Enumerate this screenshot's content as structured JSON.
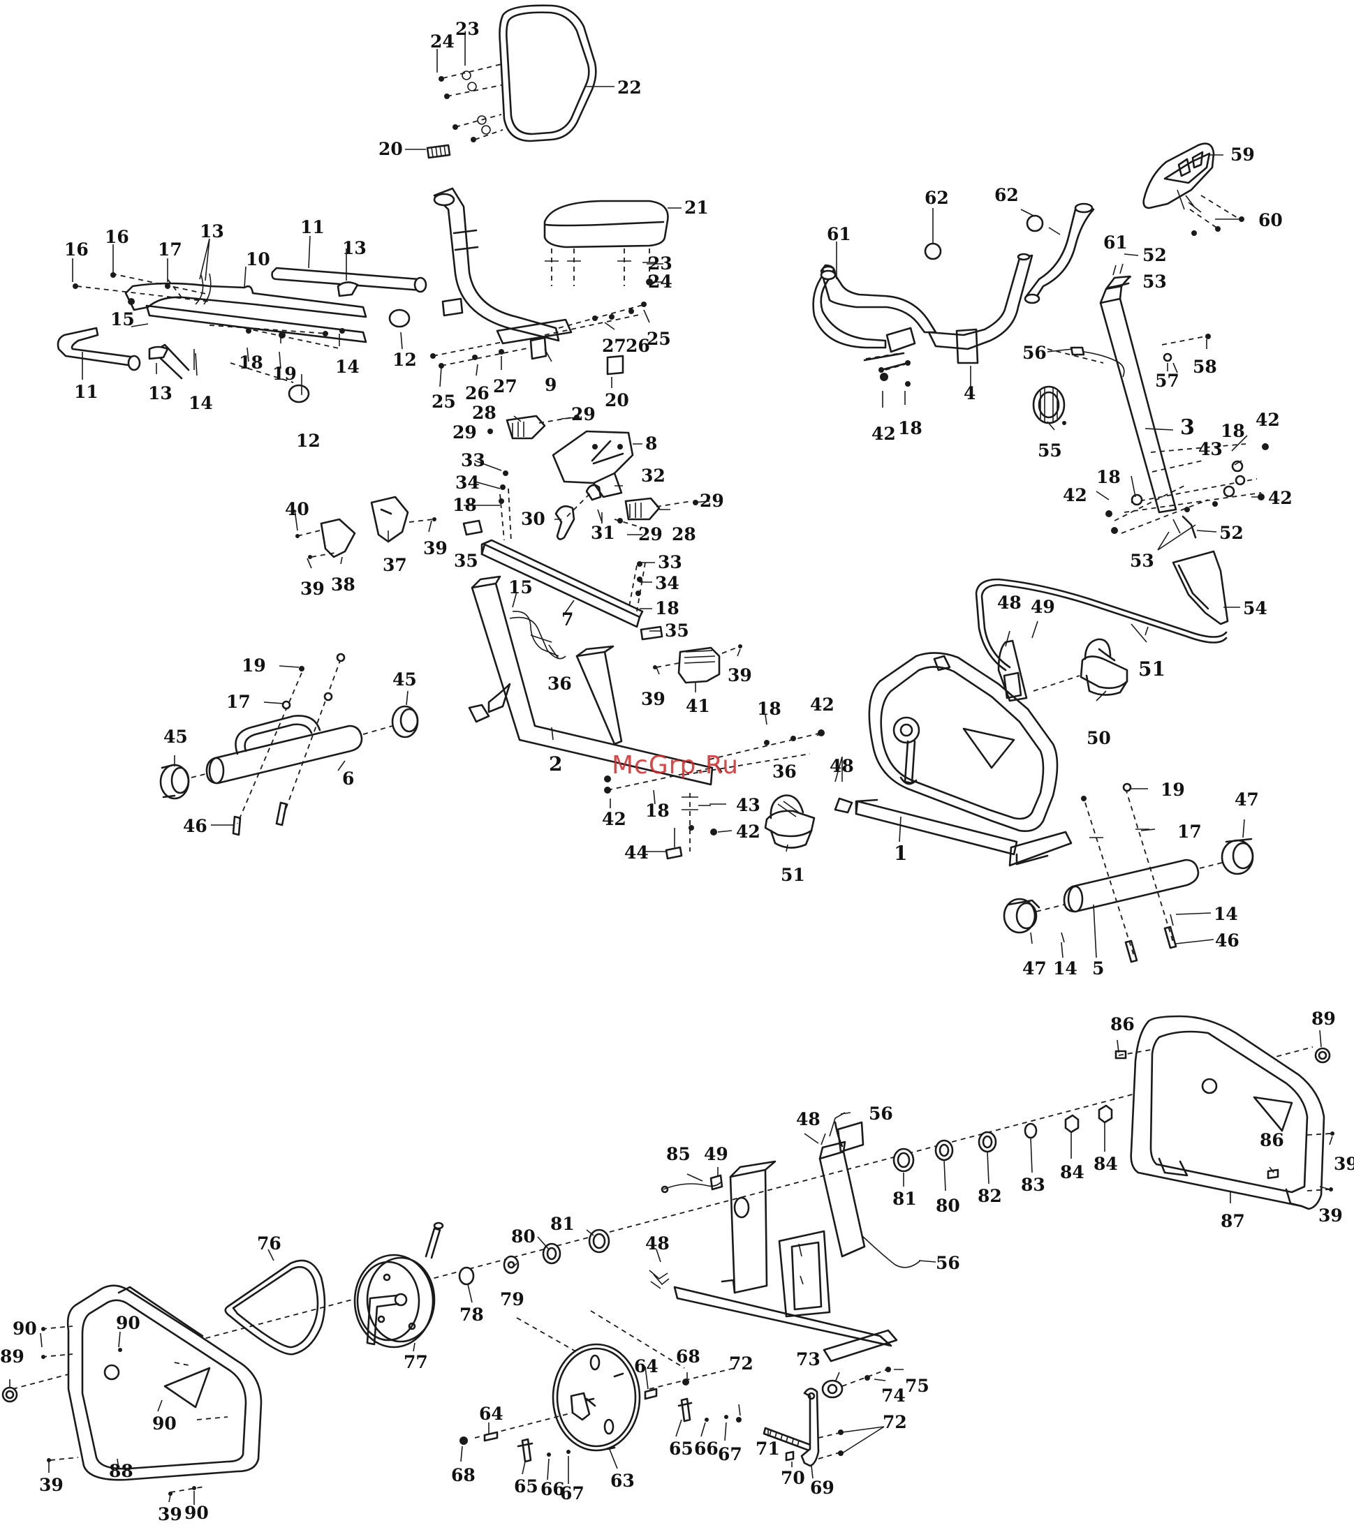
{
  "watermark": "McGrp.Ru",
  "callouts": [
    {
      "id": "n24a",
      "text": "24"
    },
    {
      "id": "n23a",
      "text": "23"
    },
    {
      "id": "n22",
      "text": "22"
    },
    {
      "id": "n20a",
      "text": "20"
    },
    {
      "id": "n21",
      "text": "21"
    },
    {
      "id": "n23b",
      "text": "23"
    },
    {
      "id": "n24b",
      "text": "24"
    },
    {
      "id": "n16a",
      "text": "16"
    },
    {
      "id": "n16b",
      "text": "16"
    },
    {
      "id": "n17a",
      "text": "17"
    },
    {
      "id": "n13a",
      "text": "13"
    },
    {
      "id": "n10",
      "text": "10"
    },
    {
      "id": "n11a",
      "text": "11"
    },
    {
      "id": "n13b",
      "text": "13"
    },
    {
      "id": "n15a",
      "text": "15"
    },
    {
      "id": "n11b",
      "text": "11"
    },
    {
      "id": "n13c",
      "text": "13"
    },
    {
      "id": "n14a",
      "text": "14"
    },
    {
      "id": "n18a",
      "text": "18"
    },
    {
      "id": "n19a",
      "text": "19"
    },
    {
      "id": "n14b",
      "text": "14"
    },
    {
      "id": "n12a",
      "text": "12"
    },
    {
      "id": "n12b",
      "text": "12"
    },
    {
      "id": "n25a",
      "text": "25"
    },
    {
      "id": "n26a",
      "text": "26"
    },
    {
      "id": "n27a",
      "text": "27"
    },
    {
      "id": "n9",
      "text": "9"
    },
    {
      "id": "n27b",
      "text": "27"
    },
    {
      "id": "n26b",
      "text": "26"
    },
    {
      "id": "n25b",
      "text": "25"
    },
    {
      "id": "n20b",
      "text": "20"
    },
    {
      "id": "n61a",
      "text": "61"
    },
    {
      "id": "n62a",
      "text": "62"
    },
    {
      "id": "n62b",
      "text": "62"
    },
    {
      "id": "n61b",
      "text": "61"
    },
    {
      "id": "n59",
      "text": "59"
    },
    {
      "id": "n60",
      "text": "60"
    },
    {
      "id": "n52a",
      "text": "52"
    },
    {
      "id": "n53a",
      "text": "53"
    },
    {
      "id": "n4",
      "text": "4"
    },
    {
      "id": "n42a",
      "text": "42"
    },
    {
      "id": "n18b",
      "text": "18"
    },
    {
      "id": "n56a",
      "text": "56"
    },
    {
      "id": "n57",
      "text": "57"
    },
    {
      "id": "n58",
      "text": "58"
    },
    {
      "id": "n55",
      "text": "55"
    },
    {
      "id": "n3",
      "text": "3"
    },
    {
      "id": "n18c",
      "text": "18"
    },
    {
      "id": "n42b",
      "text": "42"
    },
    {
      "id": "n43a",
      "text": "43"
    },
    {
      "id": "n18d",
      "text": "18"
    },
    {
      "id": "n42c",
      "text": "42"
    },
    {
      "id": "n42d",
      "text": "42"
    },
    {
      "id": "n52b",
      "text": "52"
    },
    {
      "id": "n53b",
      "text": "53"
    },
    {
      "id": "n54",
      "text": "54"
    },
    {
      "id": "n28a",
      "text": "28"
    },
    {
      "id": "n29a",
      "text": "29"
    },
    {
      "id": "n29b",
      "text": "29"
    },
    {
      "id": "n8",
      "text": "8"
    },
    {
      "id": "n33a",
      "text": "33"
    },
    {
      "id": "n34a",
      "text": "34"
    },
    {
      "id": "n32",
      "text": "32"
    },
    {
      "id": "n18e",
      "text": "18"
    },
    {
      "id": "n29c",
      "text": "29"
    },
    {
      "id": "n30",
      "text": "30"
    },
    {
      "id": "n31",
      "text": "31"
    },
    {
      "id": "n29d",
      "text": "29"
    },
    {
      "id": "n28b",
      "text": "28"
    },
    {
      "id": "n35a",
      "text": "35"
    },
    {
      "id": "n40",
      "text": "40"
    },
    {
      "id": "n37",
      "text": "37"
    },
    {
      "id": "n39a",
      "text": "39"
    },
    {
      "id": "n39b",
      "text": "39"
    },
    {
      "id": "n38",
      "text": "38"
    },
    {
      "id": "n15b",
      "text": "15"
    },
    {
      "id": "n7",
      "text": "7"
    },
    {
      "id": "n33b",
      "text": "33"
    },
    {
      "id": "n34b",
      "text": "34"
    },
    {
      "id": "n18f",
      "text": "18"
    },
    {
      "id": "n35b",
      "text": "35"
    },
    {
      "id": "n36a",
      "text": "36"
    },
    {
      "id": "n39c",
      "text": "39"
    },
    {
      "id": "n39d",
      "text": "39"
    },
    {
      "id": "n41",
      "text": "41"
    },
    {
      "id": "n48a",
      "text": "48"
    },
    {
      "id": "n49a",
      "text": "49"
    },
    {
      "id": "n51a",
      "text": "51"
    },
    {
      "id": "n50",
      "text": "50"
    },
    {
      "id": "n19b",
      "text": "19"
    },
    {
      "id": "n17b",
      "text": "17"
    },
    {
      "id": "n45a",
      "text": "45"
    },
    {
      "id": "n45b",
      "text": "45"
    },
    {
      "id": "n6",
      "text": "6"
    },
    {
      "id": "n46a",
      "text": "46"
    },
    {
      "id": "n2",
      "text": "2"
    },
    {
      "id": "n18g",
      "text": "18"
    },
    {
      "id": "n42e",
      "text": "42"
    },
    {
      "id": "n36b",
      "text": "36"
    },
    {
      "id": "n48b",
      "text": "48"
    },
    {
      "id": "n42f",
      "text": "42"
    },
    {
      "id": "n18h",
      "text": "18"
    },
    {
      "id": "n43b",
      "text": "43"
    },
    {
      "id": "n42g",
      "text": "42"
    },
    {
      "id": "n44",
      "text": "44"
    },
    {
      "id": "n51b",
      "text": "51"
    },
    {
      "id": "n1",
      "text": "1"
    },
    {
      "id": "n19c",
      "text": "19"
    },
    {
      "id": "n17c",
      "text": "17"
    },
    {
      "id": "n47a",
      "text": "47"
    },
    {
      "id": "n14c",
      "text": "14"
    },
    {
      "id": "n46b",
      "text": "46"
    },
    {
      "id": "n47b",
      "text": "47"
    },
    {
      "id": "n14d",
      "text": "14"
    },
    {
      "id": "n5",
      "text": "5"
    },
    {
      "id": "n86a",
      "text": "86"
    },
    {
      "id": "n89a",
      "text": "89"
    },
    {
      "id": "n48c",
      "text": "48"
    },
    {
      "id": "n56b",
      "text": "56"
    },
    {
      "id": "n85",
      "text": "85"
    },
    {
      "id": "n49b",
      "text": "49"
    },
    {
      "id": "n81a",
      "text": "81"
    },
    {
      "id": "n80a",
      "text": "80"
    },
    {
      "id": "n82",
      "text": "82"
    },
    {
      "id": "n83",
      "text": "83"
    },
    {
      "id": "n84a",
      "text": "84"
    },
    {
      "id": "n84b",
      "text": "84"
    },
    {
      "id": "n86b",
      "text": "86"
    },
    {
      "id": "n39e",
      "text": "39"
    },
    {
      "id": "n39f",
      "text": "39"
    },
    {
      "id": "n87",
      "text": "87"
    },
    {
      "id": "n76",
      "text": "76"
    },
    {
      "id": "n80b",
      "text": "80"
    },
    {
      "id": "n81b",
      "text": "81"
    },
    {
      "id": "n48d",
      "text": "48"
    },
    {
      "id": "n56c",
      "text": "56"
    },
    {
      "id": "n79",
      "text": "79"
    },
    {
      "id": "n78",
      "text": "78"
    },
    {
      "id": "n77",
      "text": "77"
    },
    {
      "id": "n90a",
      "text": "90"
    },
    {
      "id": "n90b",
      "text": "90"
    },
    {
      "id": "n89b",
      "text": "89"
    },
    {
      "id": "n90c",
      "text": "90"
    },
    {
      "id": "n39g",
      "text": "39"
    },
    {
      "id": "n88",
      "text": "88"
    },
    {
      "id": "n39h",
      "text": "39"
    },
    {
      "id": "n90d",
      "text": "90"
    },
    {
      "id": "n64a",
      "text": "64"
    },
    {
      "id": "n68a",
      "text": "68"
    },
    {
      "id": "n72a",
      "text": "72"
    },
    {
      "id": "n73",
      "text": "73"
    },
    {
      "id": "n74",
      "text": "74"
    },
    {
      "id": "n75",
      "text": "75"
    },
    {
      "id": "n64b",
      "text": "64"
    },
    {
      "id": "n72b",
      "text": "72"
    },
    {
      "id": "n71",
      "text": "71"
    },
    {
      "id": "n70",
      "text": "70"
    },
    {
      "id": "n69",
      "text": "69"
    },
    {
      "id": "n65a",
      "text": "65"
    },
    {
      "id": "n66a",
      "text": "66"
    },
    {
      "id": "n67a",
      "text": "67"
    },
    {
      "id": "n63",
      "text": "63"
    },
    {
      "id": "n68b",
      "text": "68"
    },
    {
      "id": "n65b",
      "text": "65"
    },
    {
      "id": "n66b",
      "text": "66"
    },
    {
      "id": "n67b",
      "text": "67"
    }
  ]
}
